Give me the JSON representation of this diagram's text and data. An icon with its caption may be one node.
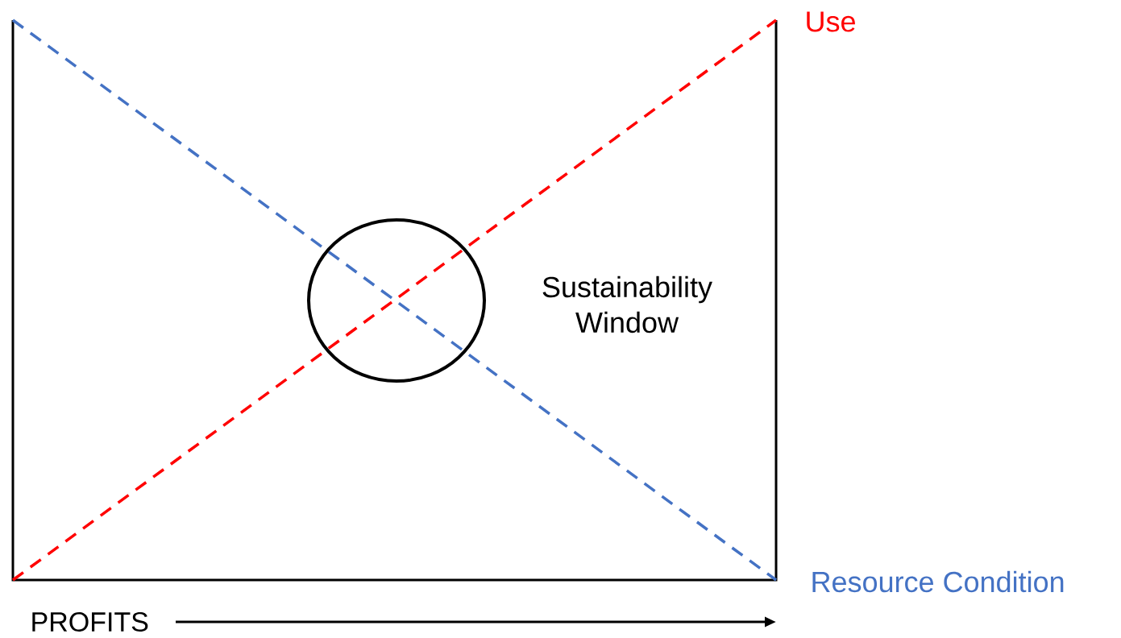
{
  "diagram": {
    "nodes": [
      {
        "text": [],
        "shape": "circle",
        "beside": [
          "Sustainability Window"
        ]
      }
    ],
    "labels": [
      "Use",
      "Resource Condition",
      "PROFITS"
    ]
  }
}
